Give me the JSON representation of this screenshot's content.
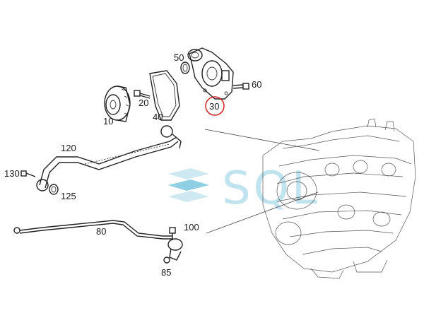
{
  "diagram": {
    "watermark": "SQL",
    "highlight_color": "#d21f1f",
    "callouts": {
      "c10": "10",
      "c20": "20",
      "c30": "30",
      "c40": "40",
      "c50": "50",
      "c60": "60",
      "c80": "80",
      "c85": "85",
      "c100": "100",
      "c120": "120",
      "c125": "125",
      "c130": "130"
    },
    "highlighted_part": "30"
  }
}
